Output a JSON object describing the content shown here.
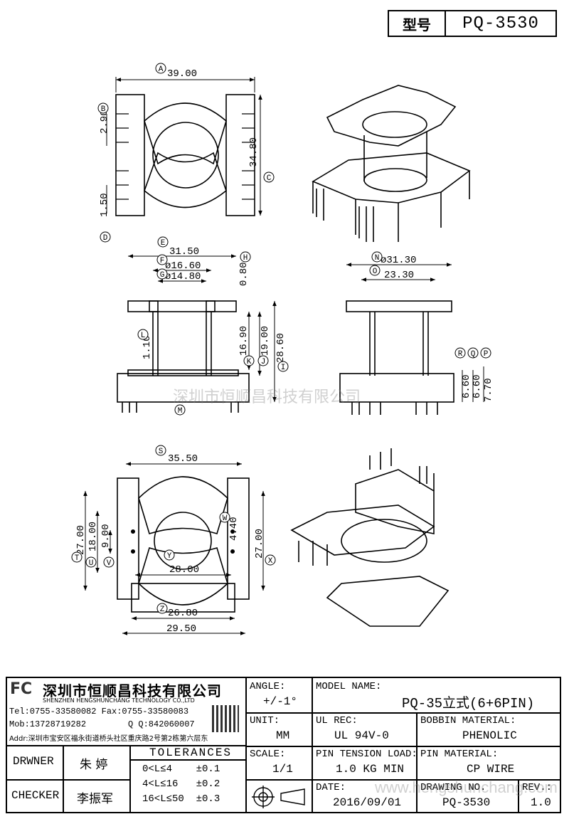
{
  "title_block": {
    "label": "型号",
    "model": "PQ-3530"
  },
  "dims": {
    "A": "A",
    "a_val": "39.00",
    "B": "B",
    "b_val": "2.90",
    "C": "C",
    "c_val": "34.80",
    "D": "D",
    "d_val": "1.50",
    "E": "E",
    "e_val": "31.50",
    "F": "F",
    "f_val": "ø16.60",
    "G": "G",
    "g_val": "ø14.80",
    "H": "H",
    "h_val": "0.80",
    "I": "I",
    "i_val": "28.60",
    "J": "J",
    "j_val": "19.00",
    "K": "K",
    "k_val": "16.90",
    "L": "L",
    "l_val": "1.10",
    "M": "M",
    "N": "N",
    "n_val": "ø31.30",
    "O": "O",
    "o_val": "23.30",
    "P": "P",
    "p_val": "7.70",
    "Q": "Q",
    "q_val": "6.60",
    "R": "R",
    "r_val": "6.60",
    "S": "S",
    "s_val": "35.50",
    "T": "T",
    "t_val": "27.00",
    "U": "U",
    "u_val": "18.00",
    "V": "V",
    "v_val": "9.00",
    "W": "W",
    "w_val": "4.40",
    "X": "X",
    "x_val": "27.00",
    "Y": "Y",
    "y_val": "28.00",
    "Z": "Z",
    "z_val": "26.80",
    "bottom_val": "29.50"
  },
  "watermarks": {
    "cn": "深圳市恒顺昌科技有限公司",
    "url": "www.hengshunchang.com"
  },
  "company": {
    "name_cn": "深圳市恒顺昌科技有限公司",
    "name_en": "SHENZHEN HENGSHUNCHANG TECHNOLOGY CO.,LTD",
    "tel": "Tel:0755-33580082 Fax:0755-33580083",
    "mob": "Mob:13728719282",
    "qq": "Q Q:842060007",
    "addr": "Addr:深圳市宝安区福永街道桥头社区重庆路2号第2栋第六层东"
  },
  "fields": {
    "angle_label": "ANGLE:",
    "angle_value": "+/-1°",
    "model_label": "MODEL NAME:",
    "model_value": "PQ-35立式(6+6PIN)",
    "unit_label": "UNIT:",
    "unit_value": "MM",
    "ulrec_label": "UL REC:",
    "ulrec_value": "UL 94V-0",
    "bobbin_label": "BOBBIN MATERIAL:",
    "bobbin_value": "PHENOLIC",
    "scale_label": "SCALE:",
    "scale_value": "1/1",
    "tension_label": "PIN TENSION LOAD:",
    "tension_value": "1.0 KG MIN",
    "pinmat_label": "PIN MATERIAL:",
    "pinmat_value": "CP WIRE",
    "date_label": "DATE:",
    "date_value": "2016/09/01",
    "drawing_label": "DRAWING NO.",
    "drawing_value": "PQ-3530",
    "rev_label": "REV.:",
    "rev_value": "1.0",
    "drawner_label": "DRWNER",
    "drawner_value": "朱 婷",
    "checker_label": "CHECKER",
    "checker_value": "李振军",
    "tolerances_label": "TOLERANCES",
    "tol_rows": [
      "0<L≤4    ±0.1",
      "4<L≤16   ±0.2",
      "16<L≤50  ±0.3"
    ]
  }
}
